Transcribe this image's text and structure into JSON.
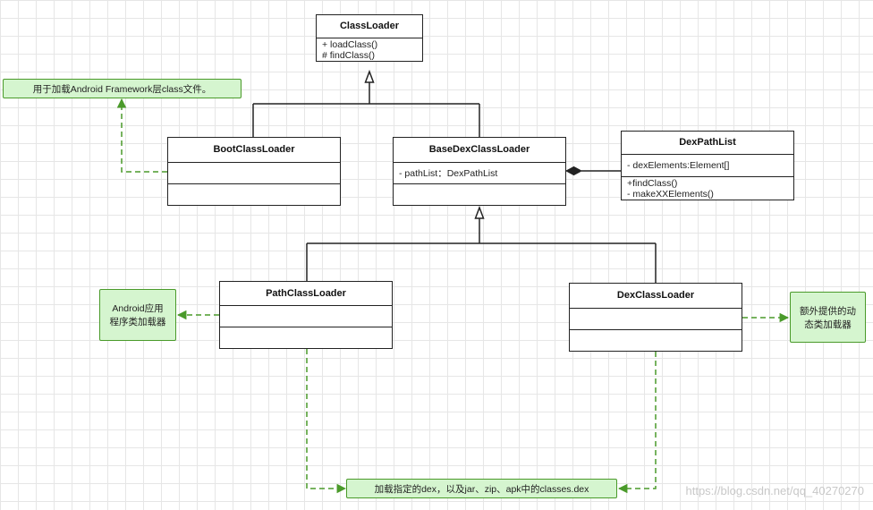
{
  "classes": {
    "classloader": {
      "name": "ClassLoader",
      "methods": [
        "+ loadClass()",
        "# findClass()"
      ]
    },
    "bootclassloader": {
      "name": "BootClassLoader"
    },
    "basedexclassloader": {
      "name": "BaseDexClassLoader",
      "fields": [
        "- pathList：DexPathList"
      ]
    },
    "dexpathlist": {
      "name": "DexPathList",
      "fields": [
        "- dexElements:Element[]"
      ],
      "methods": [
        "+findClass()",
        "- makeXXElements()"
      ]
    },
    "pathclassloader": {
      "name": "PathClassLoader"
    },
    "dexclassloader": {
      "name": "DexClassLoader"
    }
  },
  "notes": {
    "framework": "用于加载Android Framework层class文件。",
    "android_app_line1": "Android应用",
    "android_app_line2": "程序类加载器",
    "dynamic_line1": "额外提供的动",
    "dynamic_line2": "态类加载器",
    "dex": "加载指定的dex，以及jar、zip、apk中的classes.dex"
  },
  "watermark": "https://blog.csdn.net/qq_40270270",
  "colors": {
    "note_fill": "#d5f5cf",
    "note_border": "#4a9a2a",
    "dashed_arrow": "#4a9a2a",
    "line": "#222222"
  }
}
